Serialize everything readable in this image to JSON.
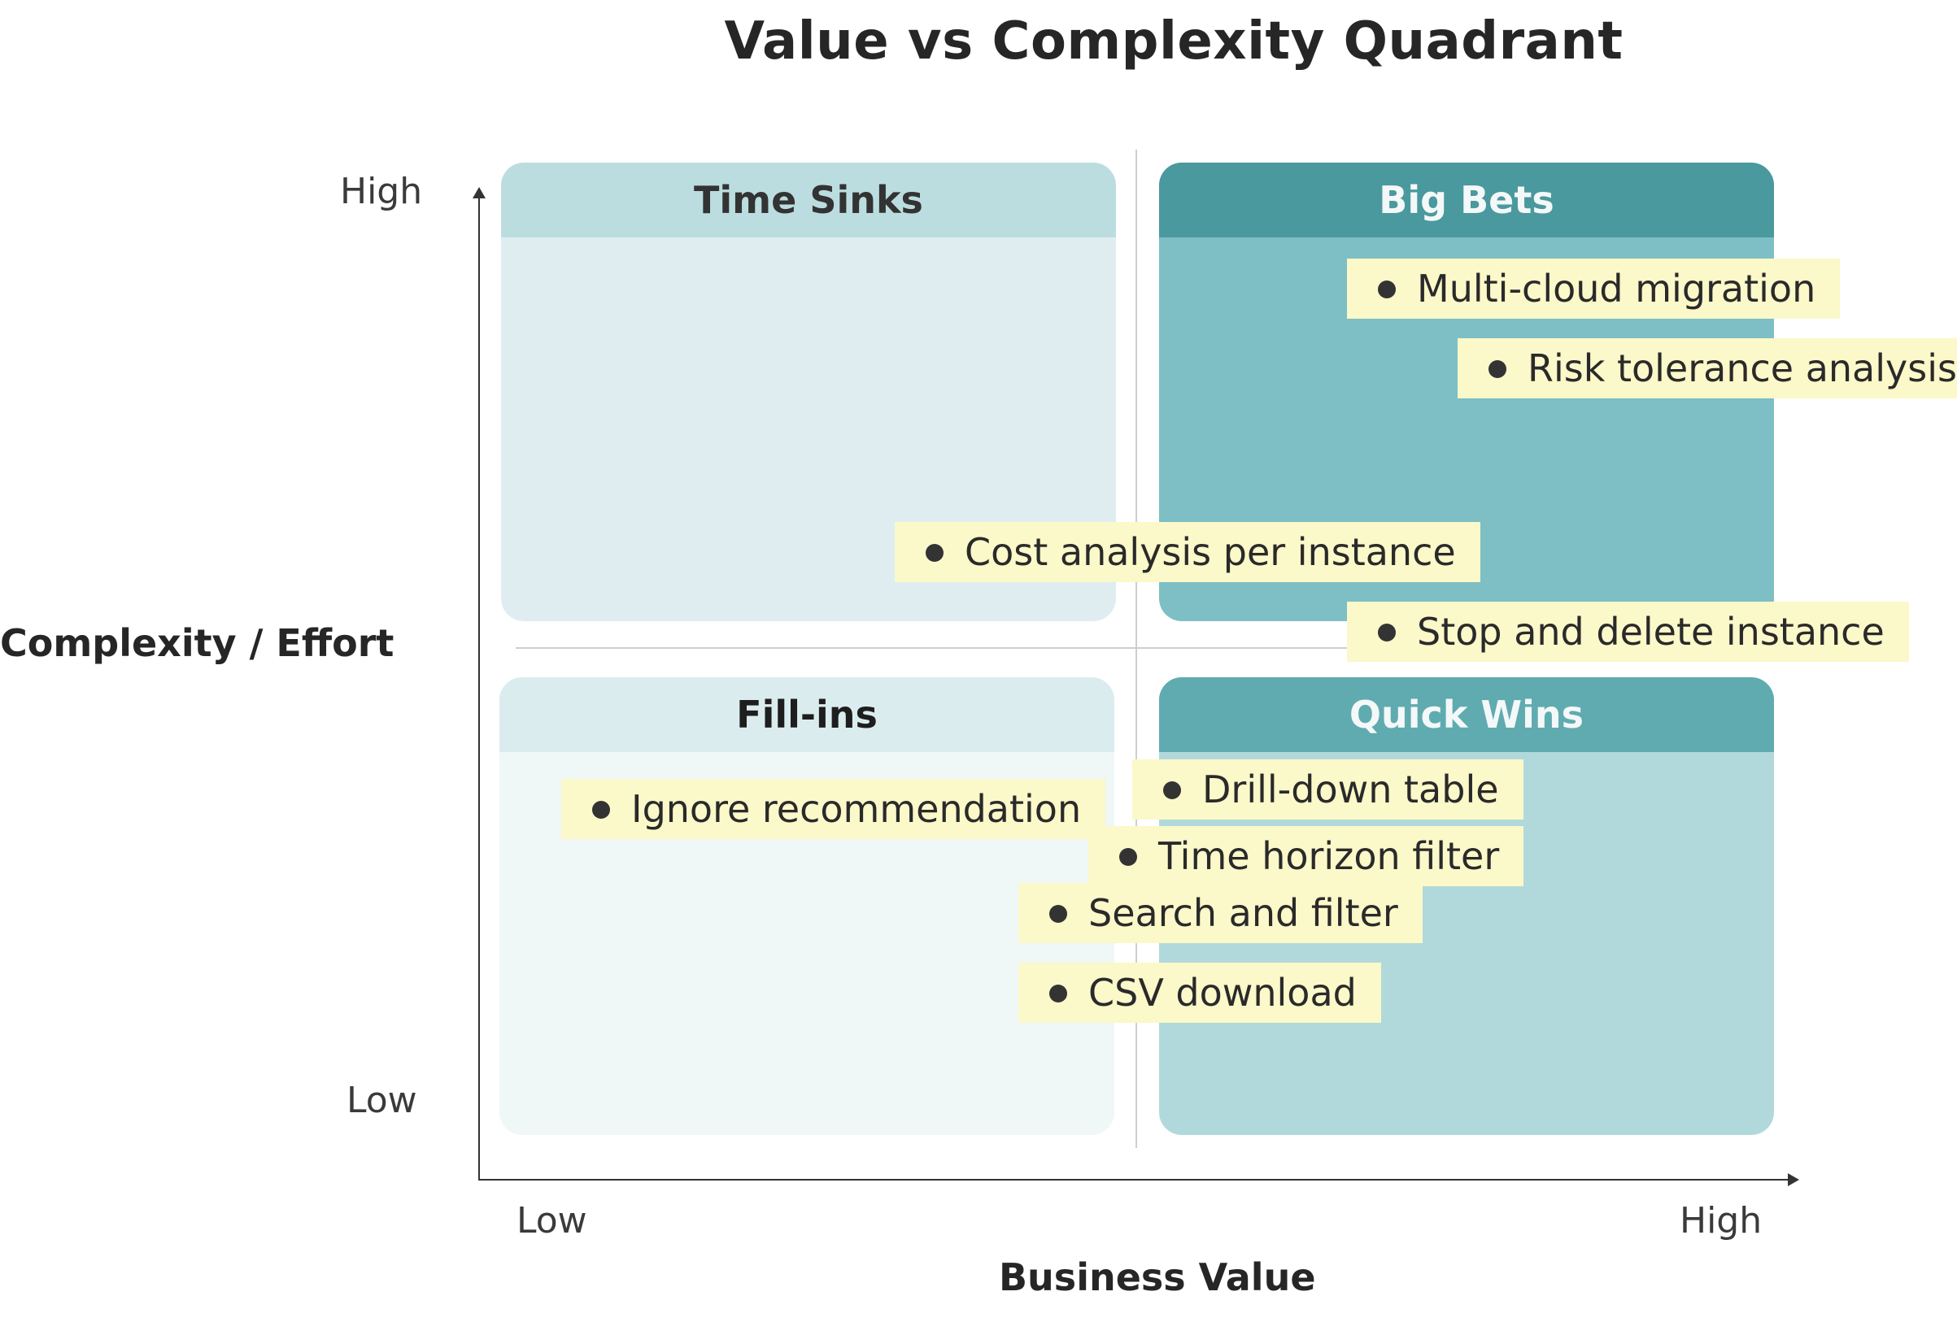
{
  "title": "Value vs Complexity Quadrant",
  "axes": {
    "y_title": "Complexity / Effort",
    "y_high": "High",
    "y_low": "Low",
    "x_title": "Business Value",
    "x_low": "Low",
    "x_high": "High"
  },
  "quadrants": {
    "time_sinks": "Time Sinks",
    "big_bets": "Big Bets",
    "fill_ins": "Fill-ins",
    "quick_wins": "Quick Wins"
  },
  "colors": {
    "note_background": "#fbf8c9",
    "big_bets_header": "#4a999e",
    "quick_wins_header": "#5fabb0"
  },
  "items": [
    "Multi-cloud migration",
    "Risk tolerance analysis",
    "Cost analysis per instance",
    "Stop and delete instance",
    "Drill-down table",
    "Ignore recommendation",
    "Time horizon filter",
    "Search and filter",
    "CSV download"
  ]
}
